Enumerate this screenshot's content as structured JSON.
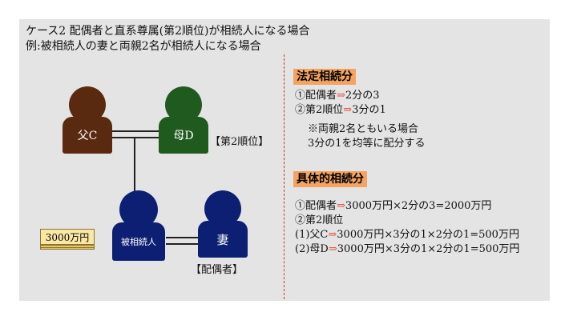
{
  "header": {
    "title_line1": "ケース2 配偶者と直系尊属(第2順位)が相続人になる場合",
    "title_line2": "例:被相続人の妻と両親2名が相続人になる場合"
  },
  "family": {
    "father": {
      "label": "父C",
      "color": "#5a2a10"
    },
    "mother": {
      "label": "母D",
      "color": "#1f5a1f",
      "note": "【第2順位】"
    },
    "deceased": {
      "label": "被相続人",
      "color": "#0d1f73"
    },
    "spouse": {
      "label": "妻",
      "color": "#0d1f73",
      "note": "【配偶者】"
    },
    "estate": "3000万円"
  },
  "statutory": {
    "heading": "法定相続分",
    "line1_pre": "①配偶者",
    "line1_post": "2分の3",
    "line2_pre": "②第2順位",
    "line2_post": "3分の1",
    "note1": "※両親2名ともいる場合",
    "note2": "3分の1を均等に配分する"
  },
  "concrete": {
    "heading": "具体的相続分",
    "line1_pre": "①配偶者",
    "line1_post": "3000万円×2分の3=2000万円",
    "line2": "②第2順位",
    "line3_pre": "(1)父C",
    "line3_post": "3000万円×3分の1×2分の1=500万円",
    "line4_pre": "(2)母D",
    "line4_post": "3000万円×3分の1×2分の1=500万円"
  },
  "arrow_symbol": "⇒",
  "colors": {
    "badge": "#f4a460",
    "arrow": "#e74c3c",
    "panel": "#e4e4e4"
  }
}
